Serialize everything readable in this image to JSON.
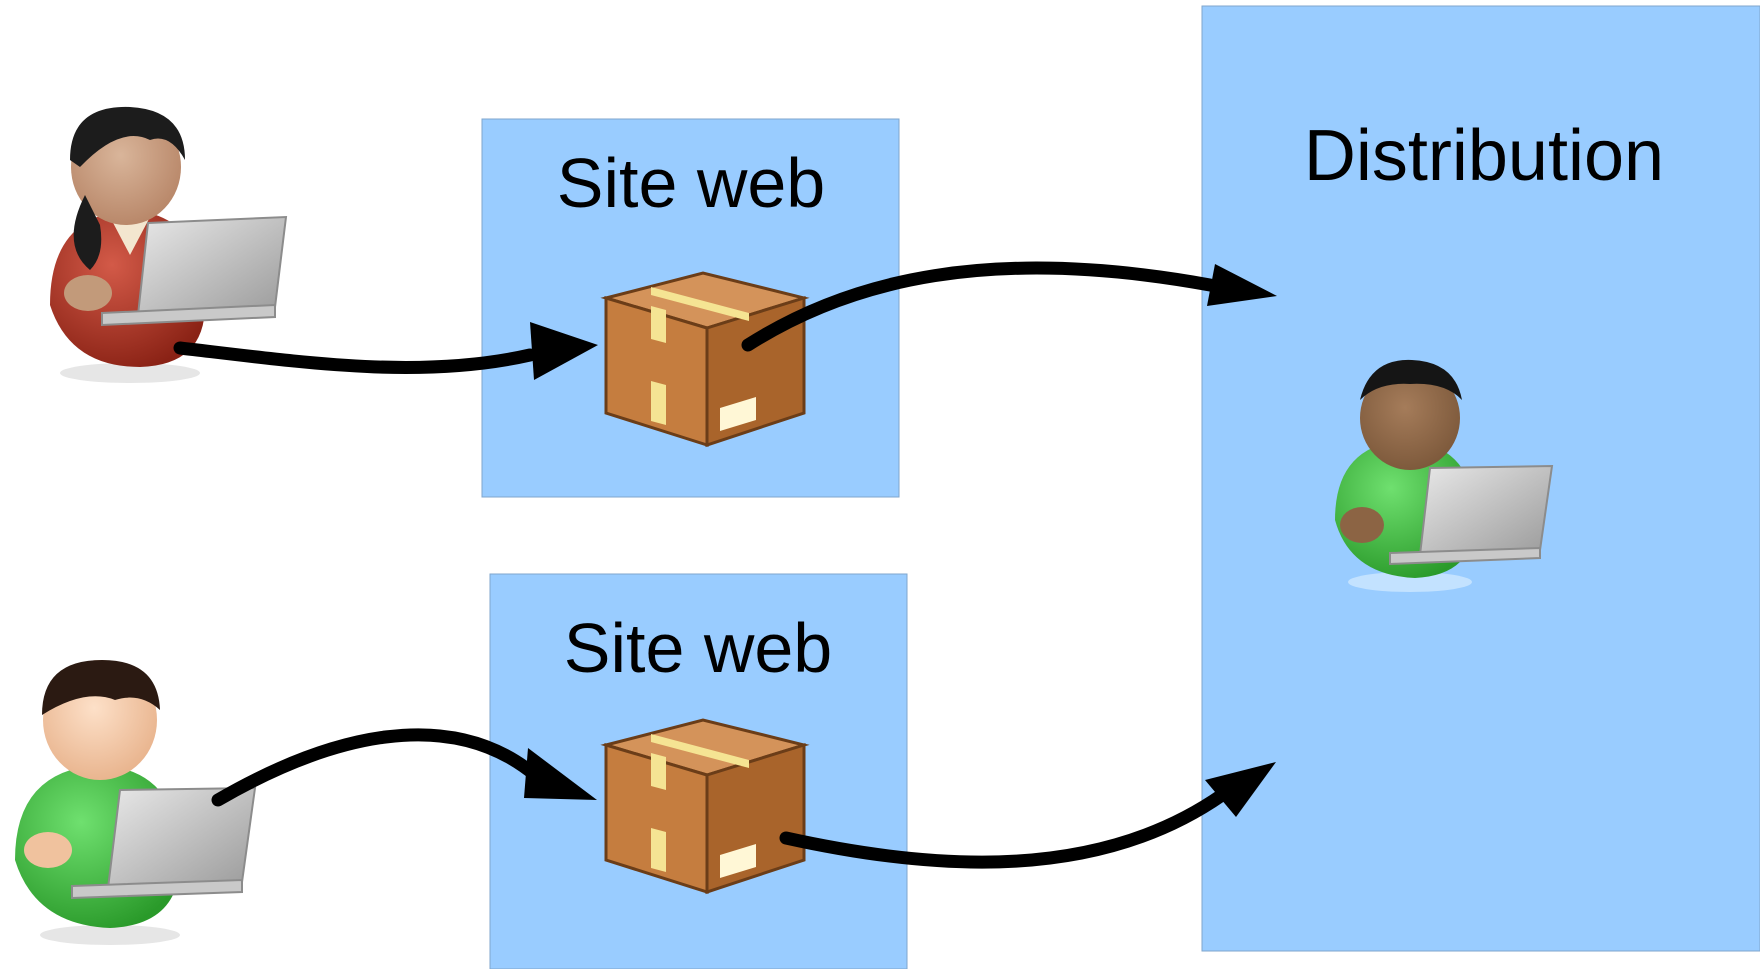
{
  "site_top": {
    "label": "Site web"
  },
  "site_bottom": {
    "label": "Site web"
  },
  "distribution": {
    "label": "Distribution"
  },
  "colors": {
    "panel_fill": "#99ccff",
    "panel_stroke": "#7fa6cc",
    "arrow": "#000000",
    "box_dark": "#a9642b",
    "box_light": "#cc8a4a",
    "tape": "#f5e493"
  },
  "icons": {
    "person_top_left": "woman-with-laptop-icon",
    "person_bottom_left": "man-with-laptop-icon",
    "person_distribution": "man-with-laptop-icon",
    "package": "package-box-icon"
  }
}
